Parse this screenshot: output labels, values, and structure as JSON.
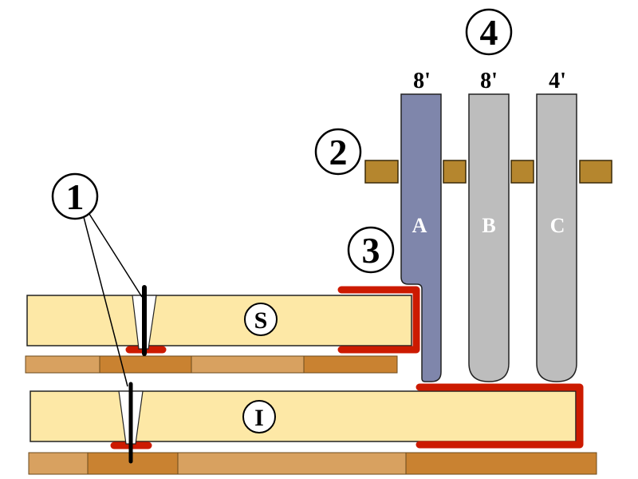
{
  "callouts": {
    "n1": "1",
    "n2": "2",
    "n3": "3",
    "n4": "4"
  },
  "pipes": [
    {
      "letter": "A",
      "footage": "8'"
    },
    {
      "letter": "B",
      "footage": "8'"
    },
    {
      "letter": "C",
      "footage": "4'"
    }
  ],
  "boards": {
    "upper": "S",
    "lower": "I"
  },
  "colors": {
    "wood_light": "#fde8a6",
    "wood_mid": "#d8a160",
    "wood_dark": "#c98231",
    "gold_block": "#b5862e",
    "red_seal": "#cc1a00",
    "blade_blue": "#7f86ab",
    "blade_gray": "#bdbdbd"
  }
}
